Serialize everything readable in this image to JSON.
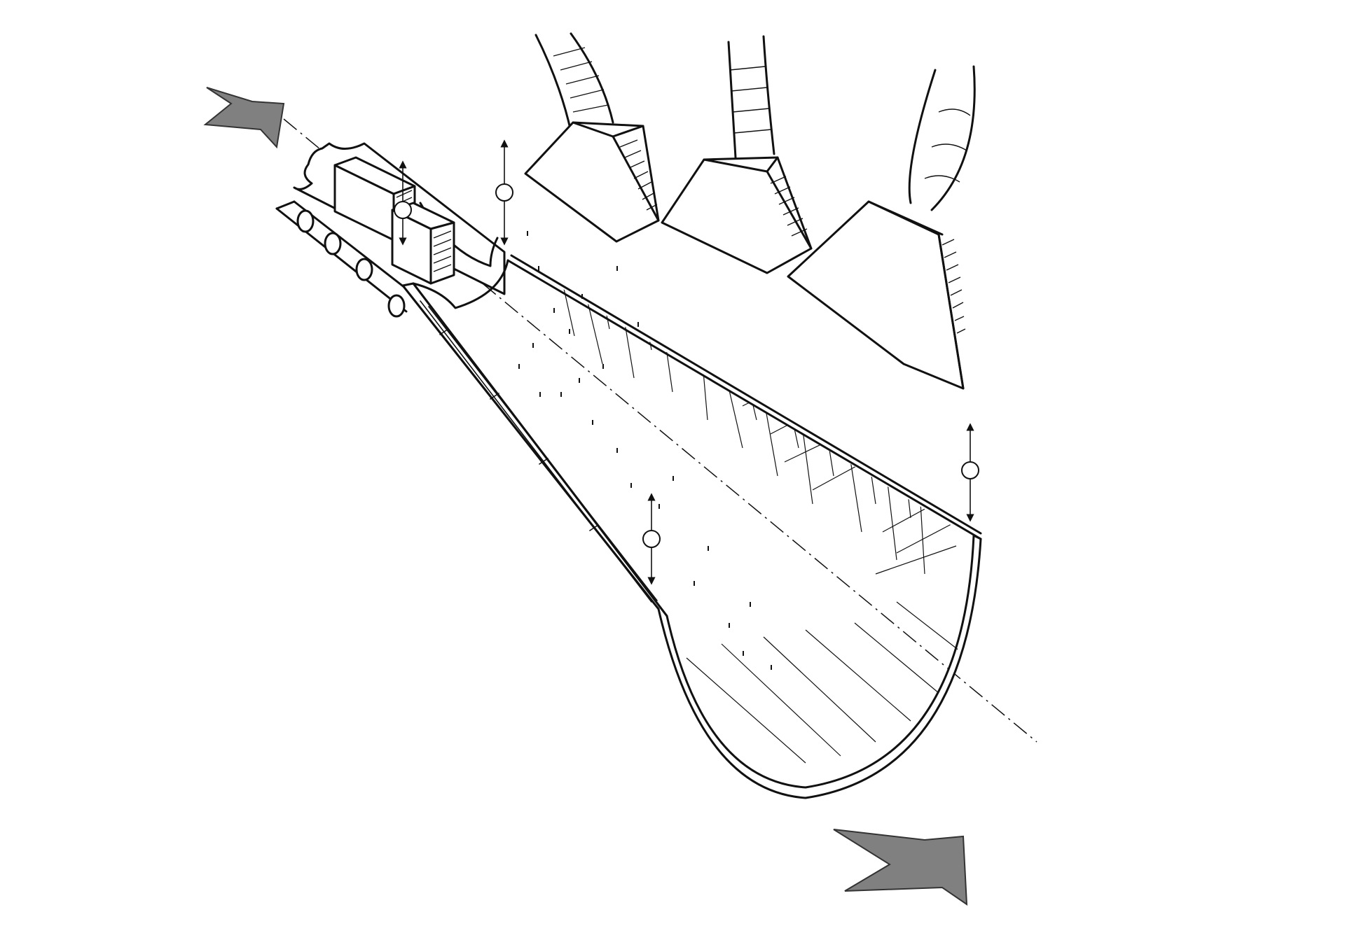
{
  "diagram": {
    "arrow_color": "#808080",
    "line_color": "#111111",
    "background": "#ffffff",
    "icons": [
      "flow-in-arrow",
      "flow-out-arrow",
      "adjust-arrow"
    ]
  }
}
